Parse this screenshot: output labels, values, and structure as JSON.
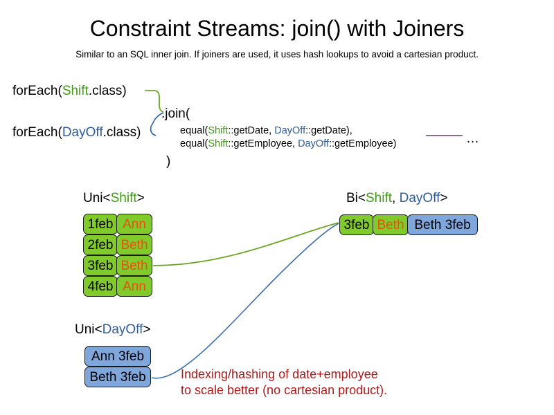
{
  "header": {
    "title": "Constraint Streams: join() with Joiners",
    "subtitle": "Similar to an SQL inner join. If joiners are used, it uses hash lookups to avoid a cartesian product."
  },
  "code": {
    "foreach_shift": {
      "prefix": "forEach(",
      "type": "Shift",
      "suffix": ".class)"
    },
    "foreach_dayoff": {
      "prefix": "forEach(",
      "type": "DayOff",
      "suffix": ".class)"
    },
    "join_open": ".join(",
    "join_close": ")",
    "joiners": [
      {
        "fn": "equal(",
        "left_type": "Shift",
        "left_method": "::getDate, ",
        "right_type": "DayOff",
        "right_method": "::getDate),",
        "trailing": ""
      },
      {
        "fn": "equal(",
        "left_type": "Shift",
        "left_method": "::getEmployee, ",
        "right_type": "DayOff",
        "right_method": "::getEmployee)",
        "trailing": ""
      }
    ],
    "ellipsis": "…"
  },
  "streams": {
    "uni_shift": {
      "label_prefix": "Uni<",
      "label_type": "Shift",
      "label_suffix": ">",
      "rows": [
        {
          "date": "1feb",
          "name": "Ann"
        },
        {
          "date": "2feb",
          "name": "Beth"
        },
        {
          "date": "3feb",
          "name": "Beth"
        },
        {
          "date": "4feb",
          "name": "Ann"
        }
      ]
    },
    "uni_dayoff": {
      "label_prefix": "Uni<",
      "label_type": "DayOff",
      "label_suffix": ">",
      "rows": [
        {
          "value": "Ann 3feb"
        },
        {
          "value": "Beth 3feb"
        }
      ]
    },
    "bi": {
      "label_prefix": "Bi<",
      "label_type_a": "Shift",
      "label_separator": ", ",
      "label_type_b": "DayOff",
      "label_suffix": ">",
      "row": {
        "date": "3feb",
        "name": "Beth",
        "dayoff": "Beth 3feb"
      }
    }
  },
  "annotation": {
    "line1": "Indexing/hashing of date+employee",
    "line2": "to scale better (no cartesian product)."
  },
  "colors": {
    "shift_green_text": "#3f9c14",
    "dayoff_blue_text": "#2e5c9e",
    "box_green_fill": "#80ca2b",
    "box_blue_fill": "#7fa7dc",
    "name_orange": "#e8500f",
    "annotation_red": "#b01919",
    "connector_green": "#6aa524",
    "connector_blue": "#3c6fb0",
    "rule_purple": "#7a5a86"
  }
}
